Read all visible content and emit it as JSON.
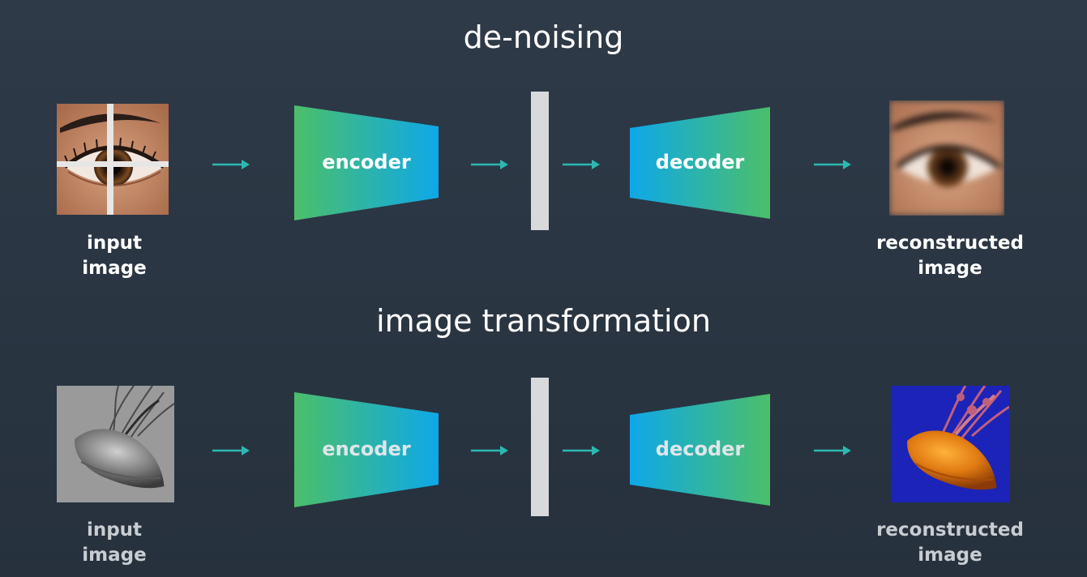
{
  "rows": [
    {
      "title": "de-noising",
      "input_caption": [
        "input",
        "image"
      ],
      "encoder_label": "encoder",
      "decoder_label": "decoder",
      "output_caption": [
        "reconstructed",
        "image"
      ]
    },
    {
      "title": "image transformation",
      "input_caption": [
        "input",
        "image"
      ],
      "encoder_label": "encoder",
      "decoder_label": "decoder",
      "output_caption": [
        "reconstructed",
        "image"
      ]
    }
  ],
  "colors": {
    "background": "#2b3643",
    "arrow": "#2cb8b0",
    "gradient_green": "#4cbf6a",
    "gradient_blue": "#0ea8e8",
    "bottleneck": "#d7d9db"
  },
  "icons": {
    "arrow": "right-arrow-icon",
    "input_image_row1": "eye-photo-noisy",
    "output_image_row1": "eye-photo-blurred",
    "input_image_row2": "jellyfish-grayscale-photo",
    "output_image_row2": "jellyfish-color-photo"
  }
}
